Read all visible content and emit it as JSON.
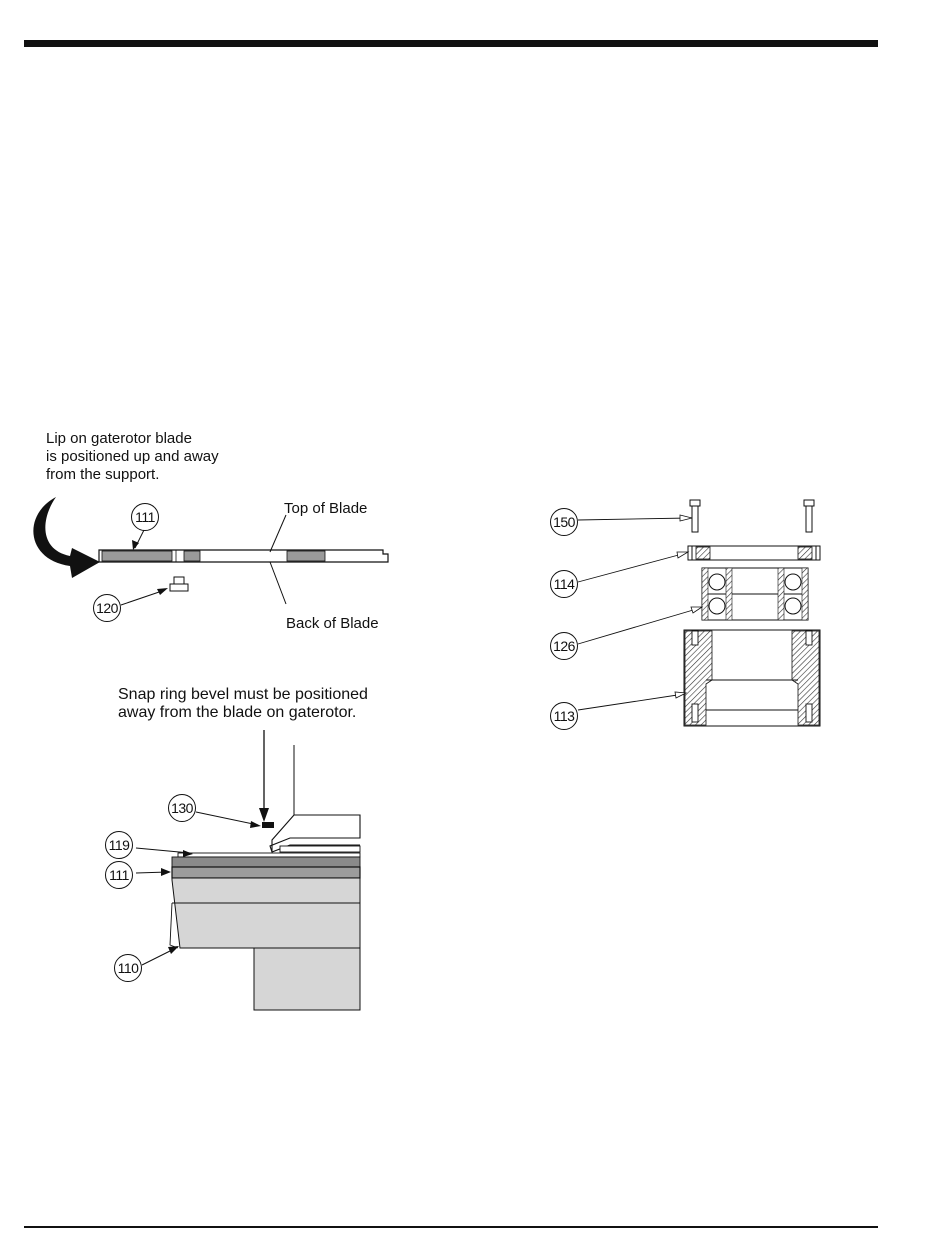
{
  "figure_blade": {
    "note_line1": "Lip on gaterotor blade",
    "note_line2": "is positioned up and away",
    "note_line3": "from the support.",
    "top_label": "Top of Blade",
    "back_label": "Back of Blade",
    "callouts": [
      "111",
      "120"
    ]
  },
  "figure_snap_ring": {
    "note_line1": "Snap ring bevel must be positioned",
    "note_line2": "away from the blade on gaterotor.",
    "callouts": [
      "130",
      "119",
      "111",
      "110"
    ]
  },
  "figure_bearing": {
    "callouts": [
      "150",
      "114",
      "126",
      "113"
    ]
  }
}
